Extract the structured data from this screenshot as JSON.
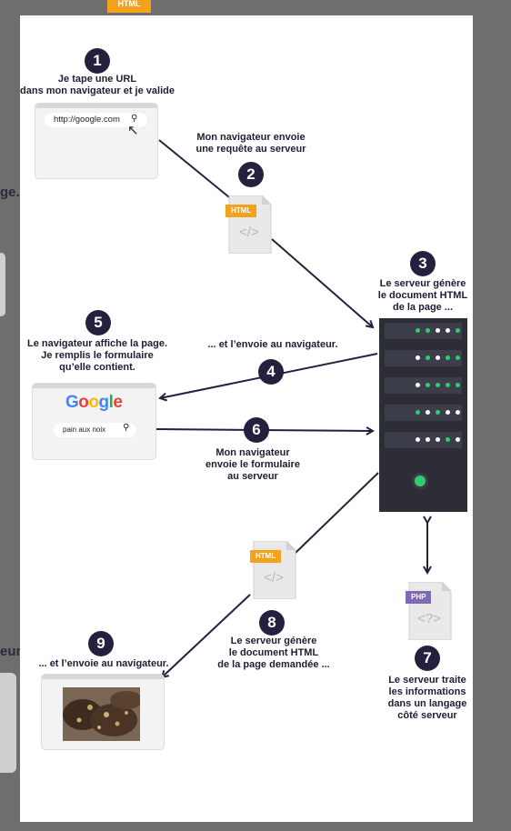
{
  "background": {
    "top_tag": "HTML",
    "left_text_1": "ge.",
    "left_text_2": "eur."
  },
  "colors": {
    "navy": "#24213f",
    "html_tag": "#f2a31b",
    "php_tag": "#7f6bb5",
    "led_green": "#2ecc71"
  },
  "steps": [
    {
      "num": "1",
      "label": "Je tape une URL\ndans mon navigateur et je valide"
    },
    {
      "num": "2",
      "label": "Mon navigateur envoie\nune requête au serveur"
    },
    {
      "num": "3",
      "label": "Le serveur génère\nle document HTML\nde la page ..."
    },
    {
      "num": "4",
      "label": "... et l’envoie au navigateur."
    },
    {
      "num": "5",
      "label": "Le navigateur affiche la page.\nJe remplis le formulaire\nqu’elle contient."
    },
    {
      "num": "6",
      "label": "Mon navigateur\nenvoie le formulaire\nau serveur"
    },
    {
      "num": "7",
      "label": "Le serveur traite\nles informations\ndans un langage\ncôté serveur"
    },
    {
      "num": "8",
      "label": "Le serveur génère\nle document HTML\nde la page demandée ..."
    },
    {
      "num": "9",
      "label": "... et l’envoie au navigateur."
    }
  ],
  "browser1": {
    "url": "http://google.com",
    "icons": [
      "search-icon",
      "cursor-icon"
    ]
  },
  "browser2": {
    "logo": "Google",
    "query": "pain aux noix",
    "icons": [
      "search-icon"
    ]
  },
  "doc_html_tag": "HTML",
  "doc_php_tag": "PHP",
  "doc_html_code": "</>",
  "doc_php_code": "<?>"
}
